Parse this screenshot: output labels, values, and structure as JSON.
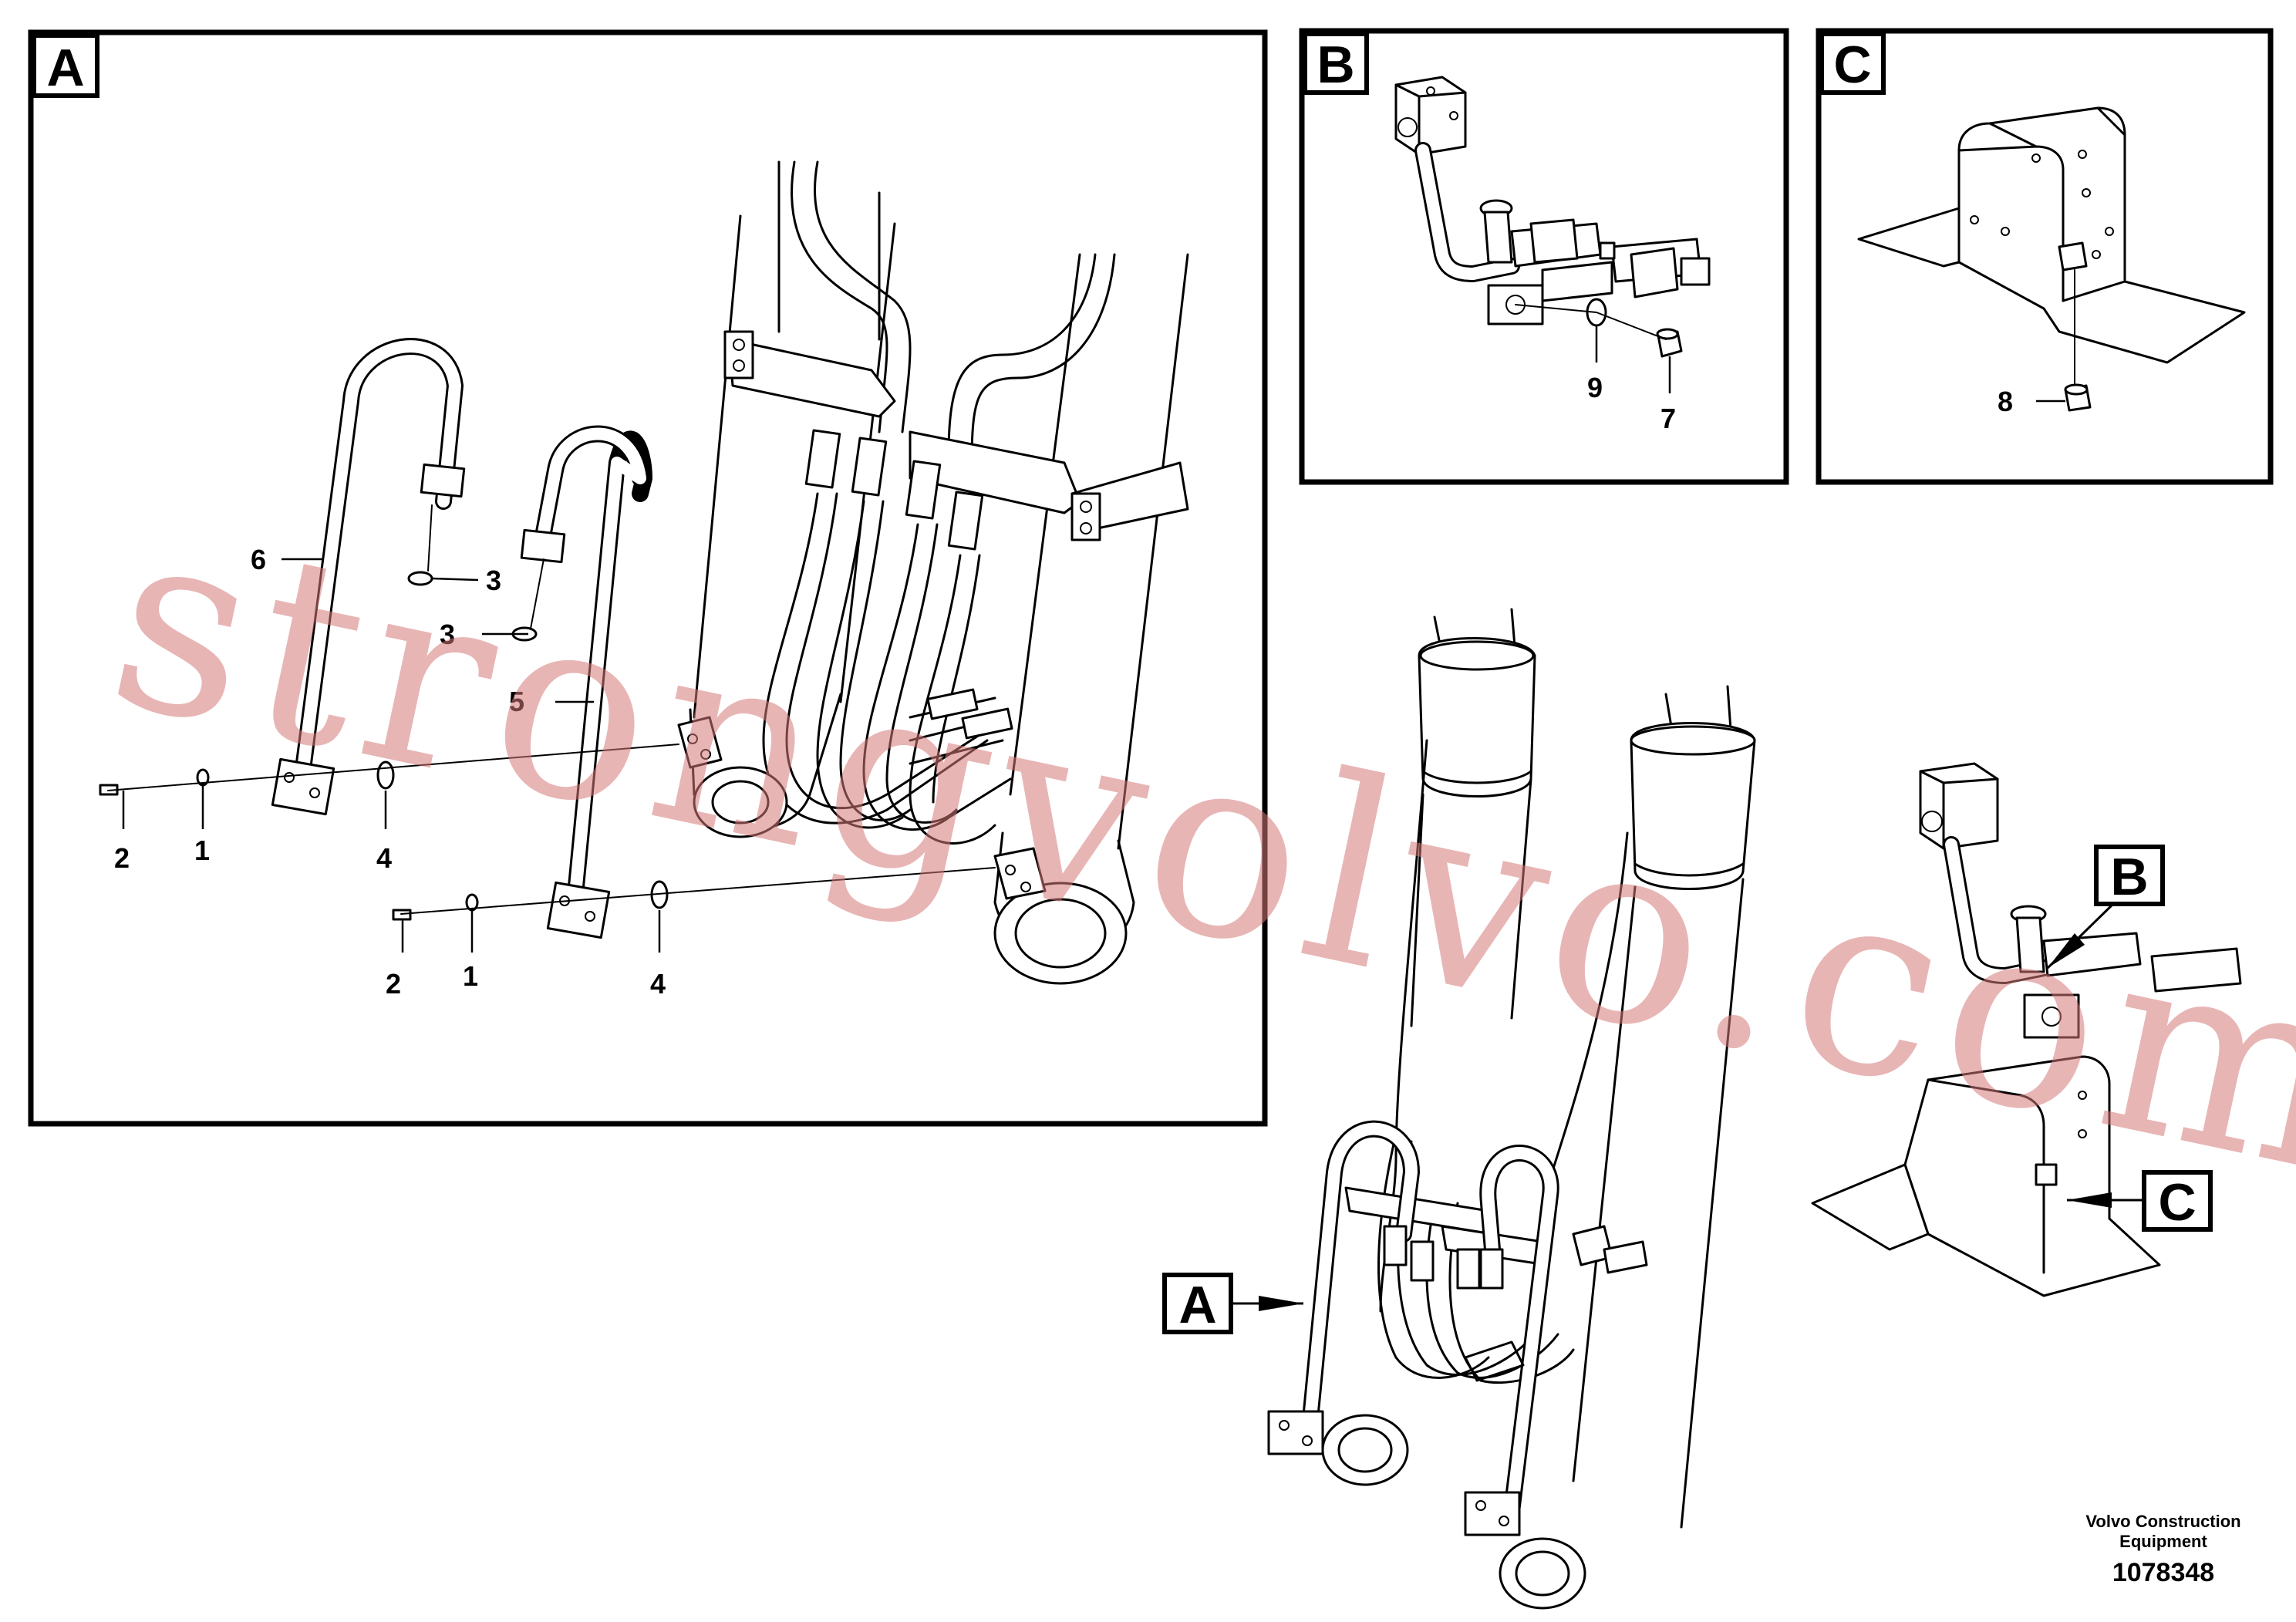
{
  "panels": {
    "a": {
      "label": "A"
    },
    "b": {
      "label": "B"
    },
    "c": {
      "label": "C"
    }
  },
  "callouts": {
    "a": [
      {
        "id": "ring-3-upper",
        "text": "3"
      },
      {
        "id": "ring-3-lower",
        "text": "3"
      },
      {
        "id": "pipe-6",
        "text": "6"
      },
      {
        "id": "pipe-5",
        "text": "5"
      },
      {
        "id": "bolt-2-upper",
        "text": "2"
      },
      {
        "id": "washer-1-upper",
        "text": "1"
      },
      {
        "id": "oring-4-upper",
        "text": "4"
      },
      {
        "id": "bolt-2-lower",
        "text": "2"
      },
      {
        "id": "washer-1-lower",
        "text": "1"
      },
      {
        "id": "oring-4-lower",
        "text": "4"
      }
    ],
    "b": [
      {
        "id": "ring-9",
        "text": "9"
      },
      {
        "id": "plug-7",
        "text": "7"
      }
    ],
    "c": [
      {
        "id": "nut-8",
        "text": "8"
      }
    ]
  },
  "overview_pointers": {
    "a": "A",
    "b": "B",
    "c": "C"
  },
  "footer": {
    "brand_line1": "Volvo Construction",
    "brand_line2": "Equipment",
    "drawing_number": "1078348"
  },
  "watermark": "strongvolvo.com",
  "colors": {
    "line": "#000000",
    "background": "#ffffff",
    "watermark": "#d67878"
  }
}
